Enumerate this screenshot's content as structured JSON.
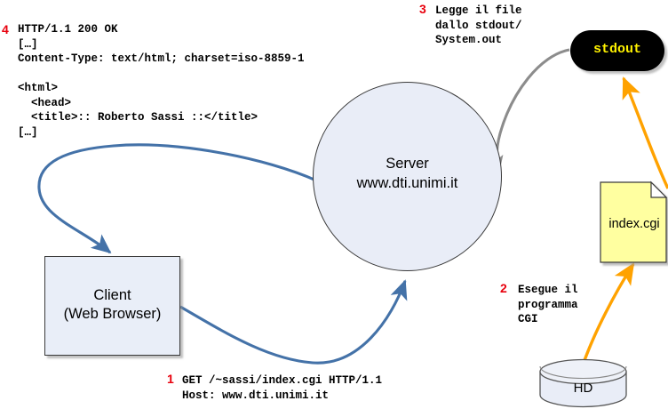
{
  "diagram": {
    "title": "CGI request flow diagram",
    "colors": {
      "step_number": "#e8000d",
      "node_fill": "#e9edf7",
      "node_stroke": "#3a3a3a",
      "http_arrow": "#4472a8",
      "stdout_arrow": "#8c8c8c",
      "cgi_arrow": "#ffa200",
      "stdout_bg": "#000000",
      "stdout_text": "#fff200",
      "document_fill": "#ffffa0"
    }
  },
  "nodes": {
    "client": {
      "name": "client",
      "line1": "Client",
      "line2": "(Web Browser)"
    },
    "server": {
      "name": "server",
      "line1": "Server",
      "line2": "www.dti.unimi.it"
    },
    "stdout": {
      "name": "stdout",
      "label": "stdout"
    },
    "cgi_file": {
      "name": "index.cgi",
      "label": "index.cgi"
    },
    "hard_disk": {
      "name": "hard-disk",
      "label": "HD"
    }
  },
  "steps": {
    "step1": {
      "number": "1",
      "text": "GET /~sassi/index.cgi HTTP/1.1\nHost: www.dti.unimi.it"
    },
    "step2": {
      "number": "2",
      "text": "Esegue il\nprogramma\nCGI"
    },
    "step3": {
      "number": "3",
      "text": "Legge il file\ndallo stdout/\nSystem.out"
    },
    "step4": {
      "number": "4",
      "text": "HTTP/1.1 200 OK\n[…]\nContent-Type: text/html; charset=iso-8859-1\n\n<html>\n  <head>\n  <title>:: Roberto Sassi ::</title>\n[…]"
    }
  },
  "arrows": {
    "request": "client-to-server-http-request",
    "response": "server-to-client-http-response",
    "read_stdout": "stdout-to-server",
    "exec_cgi": "hard-disk-to-index-cgi",
    "cgi_to_stdout": "index-cgi-to-stdout"
  }
}
